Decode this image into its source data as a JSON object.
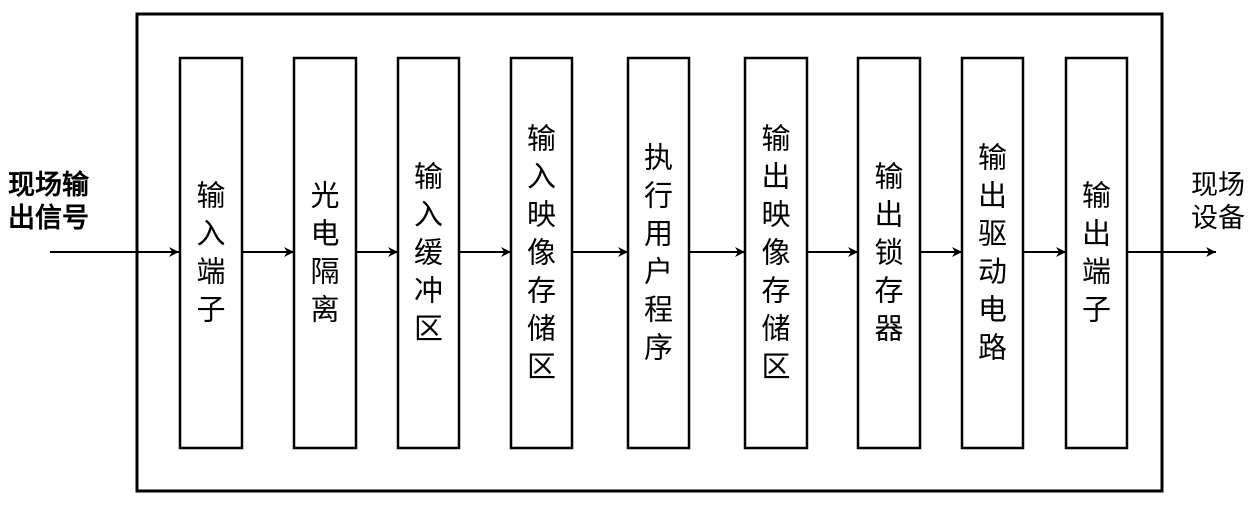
{
  "diagram": {
    "input_label": "现场输出信号",
    "output_label": "现场设备",
    "stages": [
      {
        "id": "input-terminal",
        "label": "输入端子"
      },
      {
        "id": "optical-isolation",
        "label": "光电隔离"
      },
      {
        "id": "input-buffer",
        "label": "输入缓冲区"
      },
      {
        "id": "input-image-storage",
        "label": "输入映像存储区"
      },
      {
        "id": "execute-user-program",
        "label": "执行用户程序"
      },
      {
        "id": "output-image-storage",
        "label": "输出映像存储区"
      },
      {
        "id": "output-latch",
        "label": "输出锁存器"
      },
      {
        "id": "output-driver-circuit",
        "label": "输出驱动电路"
      },
      {
        "id": "output-terminal",
        "label": "输出端子"
      }
    ]
  }
}
